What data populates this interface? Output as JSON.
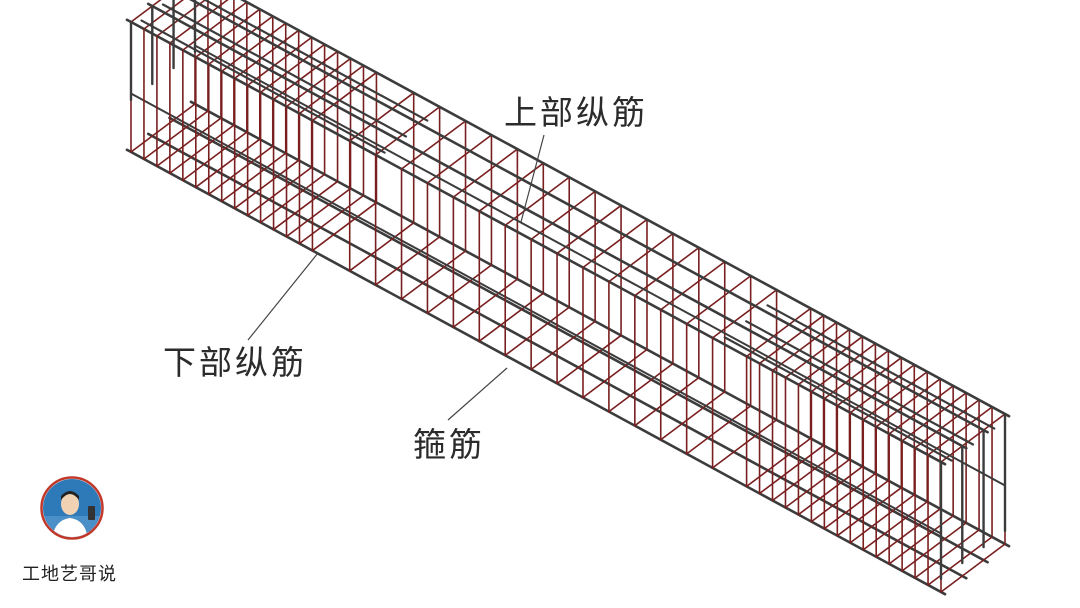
{
  "labels": {
    "top_bar": "上部纵筋",
    "bottom_bar": "下部纵筋",
    "stirrup": "箍筋"
  },
  "brand": {
    "name": "工地艺哥说"
  },
  "colors": {
    "longitudinal_bar": "#3c3c3c",
    "stirrup": "#7a1f1f",
    "leader_line": "#444444",
    "avatar_ring": "#c0392b",
    "avatar_bg": "#2e7ab8"
  }
}
